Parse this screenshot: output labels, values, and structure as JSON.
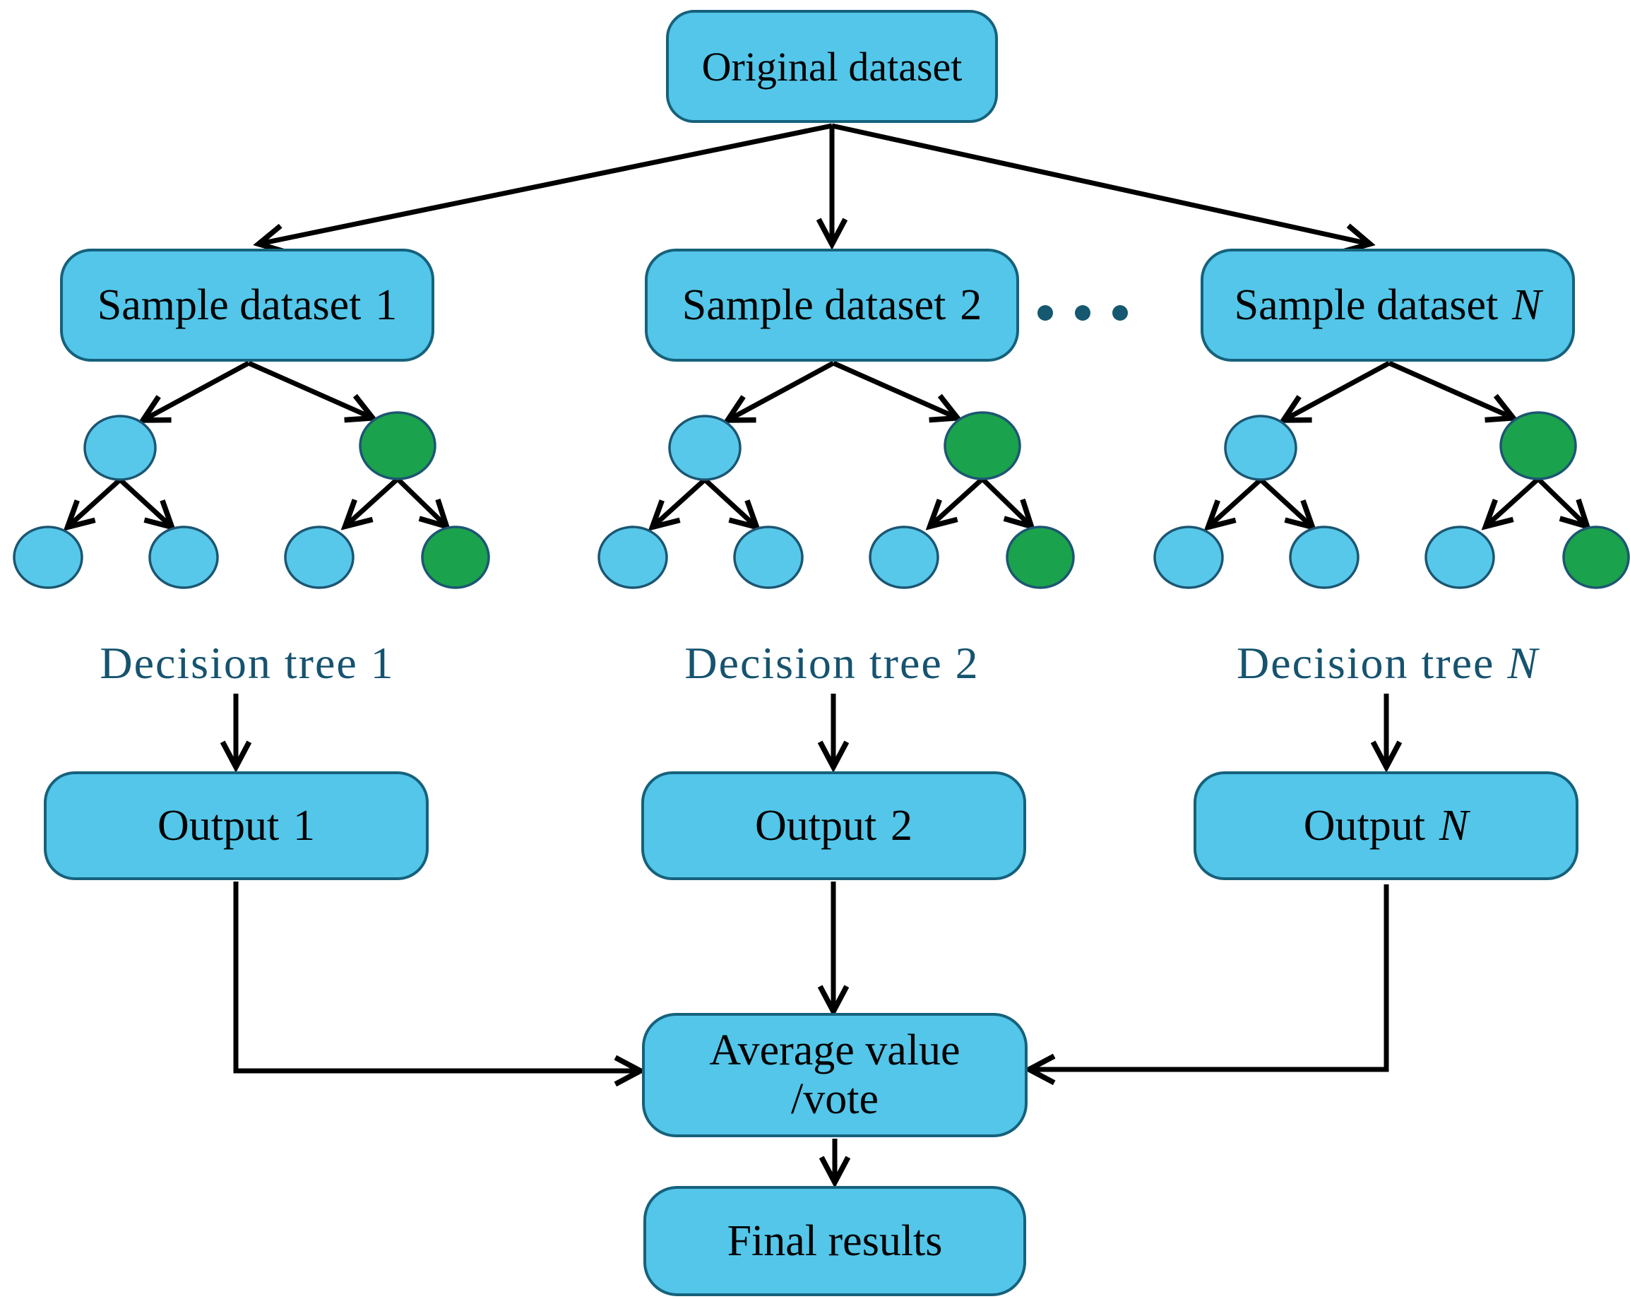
{
  "diagram": {
    "original_dataset": {
      "label": "Original dataset"
    },
    "sample_datasets": [
      {
        "prefix": "Sample dataset",
        "num": "1"
      },
      {
        "prefix": "Sample dataset",
        "num": "2"
      },
      {
        "prefix": "Sample dataset",
        "num": "N"
      }
    ],
    "ellipsis": "• • •",
    "decision_tree_labels": [
      {
        "prefix": "Decision tree",
        "num": "1"
      },
      {
        "prefix": "Decision tree",
        "num": "2"
      },
      {
        "prefix": "Decision tree",
        "num": "N"
      }
    ],
    "outputs": [
      {
        "prefix": "Output",
        "num": "1"
      },
      {
        "prefix": "Output",
        "num": "2"
      },
      {
        "prefix": "Output",
        "num": "N"
      }
    ],
    "average": {
      "line1": "Average value",
      "line2": "/vote"
    },
    "final": {
      "label": "Final results"
    },
    "tree_structure": {
      "level1_colors": [
        "blue",
        "green"
      ],
      "level2_colors": [
        "blue",
        "blue",
        "blue",
        "green"
      ]
    }
  },
  "colors": {
    "box_fill": "#53C6E9",
    "box_border": "#16617C",
    "node_blue": "#57C8EA",
    "node_green": "#1BA24C",
    "node_border": "#1C5672",
    "arrow": "#000000",
    "label_text": "#16536F",
    "box_text": "#000000",
    "dots": "#15586F",
    "background": "#FFFFFF"
  }
}
